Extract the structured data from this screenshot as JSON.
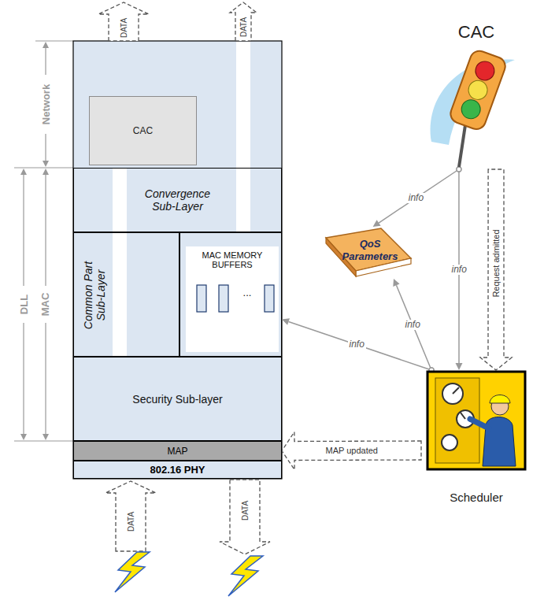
{
  "diagram": {
    "nodes": [
      {
        "text": [
          "CAC"
        ]
      },
      {
        "text": [
          "Convergence Sub-Layer"
        ]
      },
      {
        "text": [
          "Common Part Sub-Layer"
        ]
      },
      {
        "text": [
          "MAC MEMORY BUFFERS",
          "..."
        ]
      },
      {
        "text": [
          "Security Sub-layer"
        ]
      },
      {
        "text": [
          "MAP"
        ]
      },
      {
        "text": [
          "802.16 PHY"
        ]
      },
      {
        "text": [
          "CAC"
        ]
      },
      {
        "text": [
          "QoS Parameters"
        ]
      },
      {
        "text": [
          "Scheduler"
        ]
      }
    ],
    "edges": [
      {
        "from": 7,
        "to": 8,
        "arrow": "to",
        "label": "info"
      },
      {
        "from": 7,
        "to": 9,
        "arrow": "to",
        "label": "info"
      },
      {
        "from": 7,
        "to": 9,
        "arrow": "to",
        "label": "Request admitted"
      },
      {
        "from": 9,
        "to": 8,
        "arrow": "to",
        "label": "info"
      },
      {
        "from": 9,
        "to": 3,
        "arrow": "to",
        "label": "info"
      },
      {
        "from": 9,
        "to": 5,
        "arrow": "to",
        "label": "MAP updated"
      }
    ],
    "labels": [
      "Network",
      "DLL",
      "MAC",
      "DATA",
      "DATA",
      "DATA",
      "DATA"
    ]
  }
}
